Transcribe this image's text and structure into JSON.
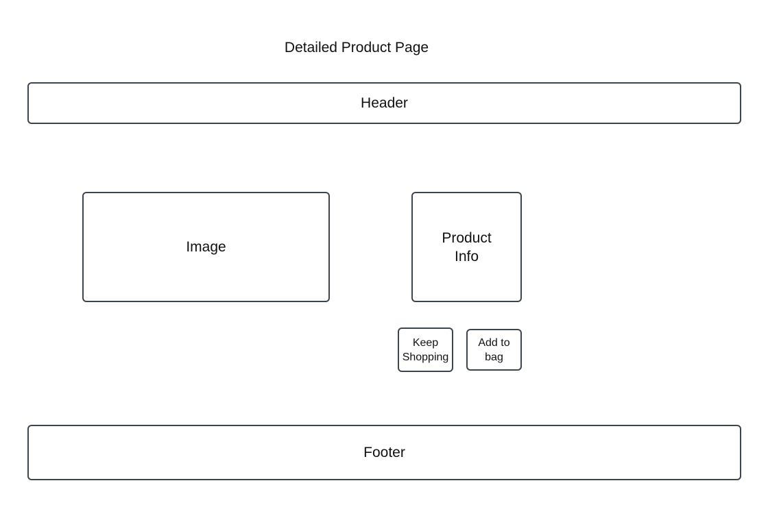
{
  "title": "Detailed Product Page",
  "header": {
    "label": "Header"
  },
  "image": {
    "label": "Image"
  },
  "product_info": {
    "line1": "Product",
    "line2": "Info"
  },
  "actions": {
    "keep_shopping": {
      "line1": "Keep",
      "line2": "Shopping"
    },
    "add_to_bag": {
      "line1": "Add to",
      "line2": "bag"
    }
  },
  "footer": {
    "label": "Footer"
  },
  "colors": {
    "border": "#3c4450",
    "text": "#111111",
    "background": "#ffffff"
  }
}
